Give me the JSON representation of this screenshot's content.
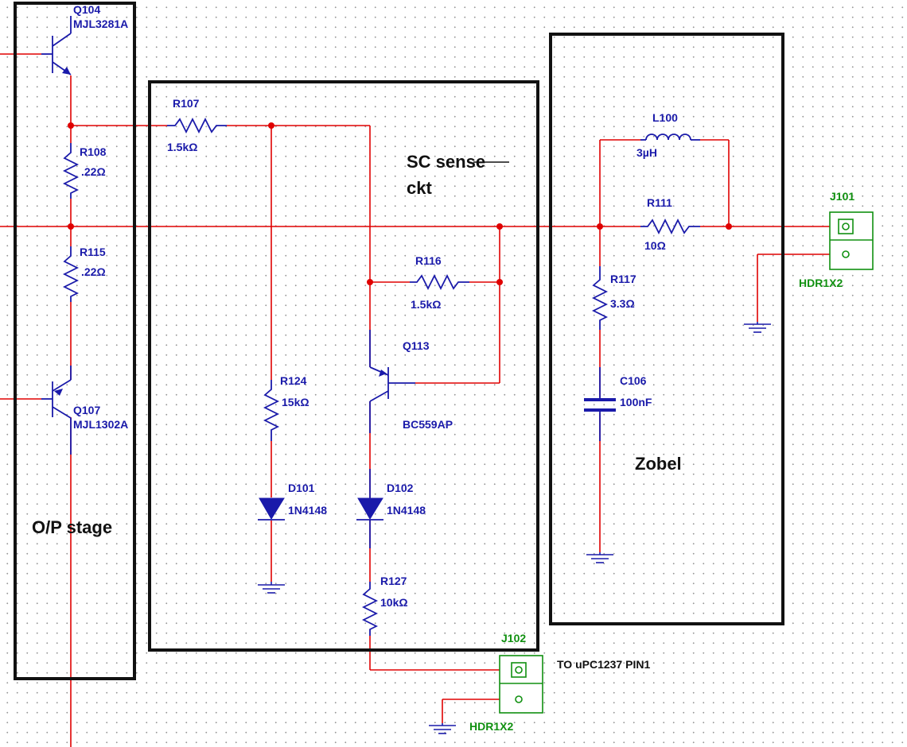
{
  "blocks": {
    "op_stage": "O/P stage",
    "sc_sense_line1": "SC sense",
    "sc_sense_line2": "ckt",
    "zobel": "Zobel"
  },
  "components": {
    "q104": {
      "ref": "Q104",
      "value": "MJL3281A"
    },
    "q107": {
      "ref": "Q107",
      "value": "MJL1302A"
    },
    "r108": {
      "ref": "R108",
      "value": ".22Ω"
    },
    "r115": {
      "ref": "R115",
      "value": ".22Ω"
    },
    "r107": {
      "ref": "R107",
      "value": "1.5kΩ"
    },
    "r116": {
      "ref": "R116",
      "value": "1.5kΩ"
    },
    "q113": {
      "ref": "Q113",
      "value": "BC559AP"
    },
    "r124": {
      "ref": "R124",
      "value": "15kΩ"
    },
    "d101": {
      "ref": "D101",
      "value": "1N4148"
    },
    "d102": {
      "ref": "D102",
      "value": "1N4148"
    },
    "r127": {
      "ref": "R127",
      "value": "10kΩ"
    },
    "l100": {
      "ref": "L100",
      "value": "3µH"
    },
    "r111": {
      "ref": "R111",
      "value": "10Ω"
    },
    "r117": {
      "ref": "R117",
      "value": "3.3Ω"
    },
    "c106": {
      "ref": "C106",
      "value": "100nF"
    },
    "j101": {
      "ref": "J101",
      "value": "HDR1X2"
    },
    "j102": {
      "ref": "J102",
      "value": "HDR1X2"
    }
  },
  "notes": {
    "j102_note": "TO uPC1237 PIN1"
  },
  "colors": {
    "wire": "#e00000",
    "component": "#1a1aaa",
    "connector": "#109010",
    "box": "#111111"
  }
}
